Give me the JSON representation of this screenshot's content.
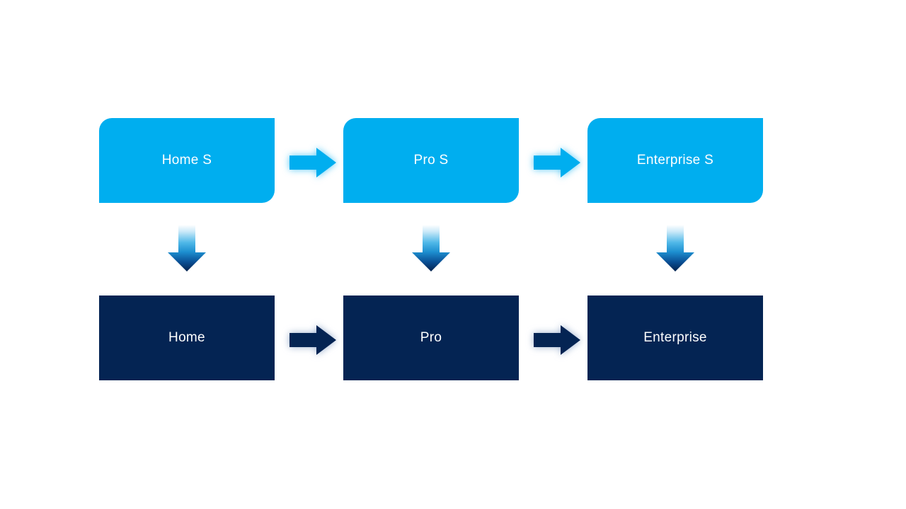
{
  "slide": {
    "background": "#ffffff",
    "description": "Two-tier product edition flow diagram"
  },
  "colors": {
    "light_blue": "#00AEEF",
    "dark_navy": "#042453",
    "label_text": "#ffffff",
    "down_arrow_gradient": [
      "#ffffff",
      "#cdeaf9",
      "#4fb8e8",
      "#1d8fd0",
      "#0a4f94",
      "#04214d"
    ]
  },
  "diagram": {
    "type": "flow",
    "columns": [
      {
        "top_label": "Home S",
        "bottom_label": "Home"
      },
      {
        "top_label": "Pro S",
        "bottom_label": "Pro"
      },
      {
        "top_label": "Enterprise S",
        "bottom_label": "Enterprise"
      }
    ],
    "connectors": {
      "top_row_horizontal": "right-arrow light-blue glow",
      "bottom_row_horizontal": "right-arrow dark-navy glow",
      "vertical": "down-arrow gradient light-to-dark"
    }
  }
}
